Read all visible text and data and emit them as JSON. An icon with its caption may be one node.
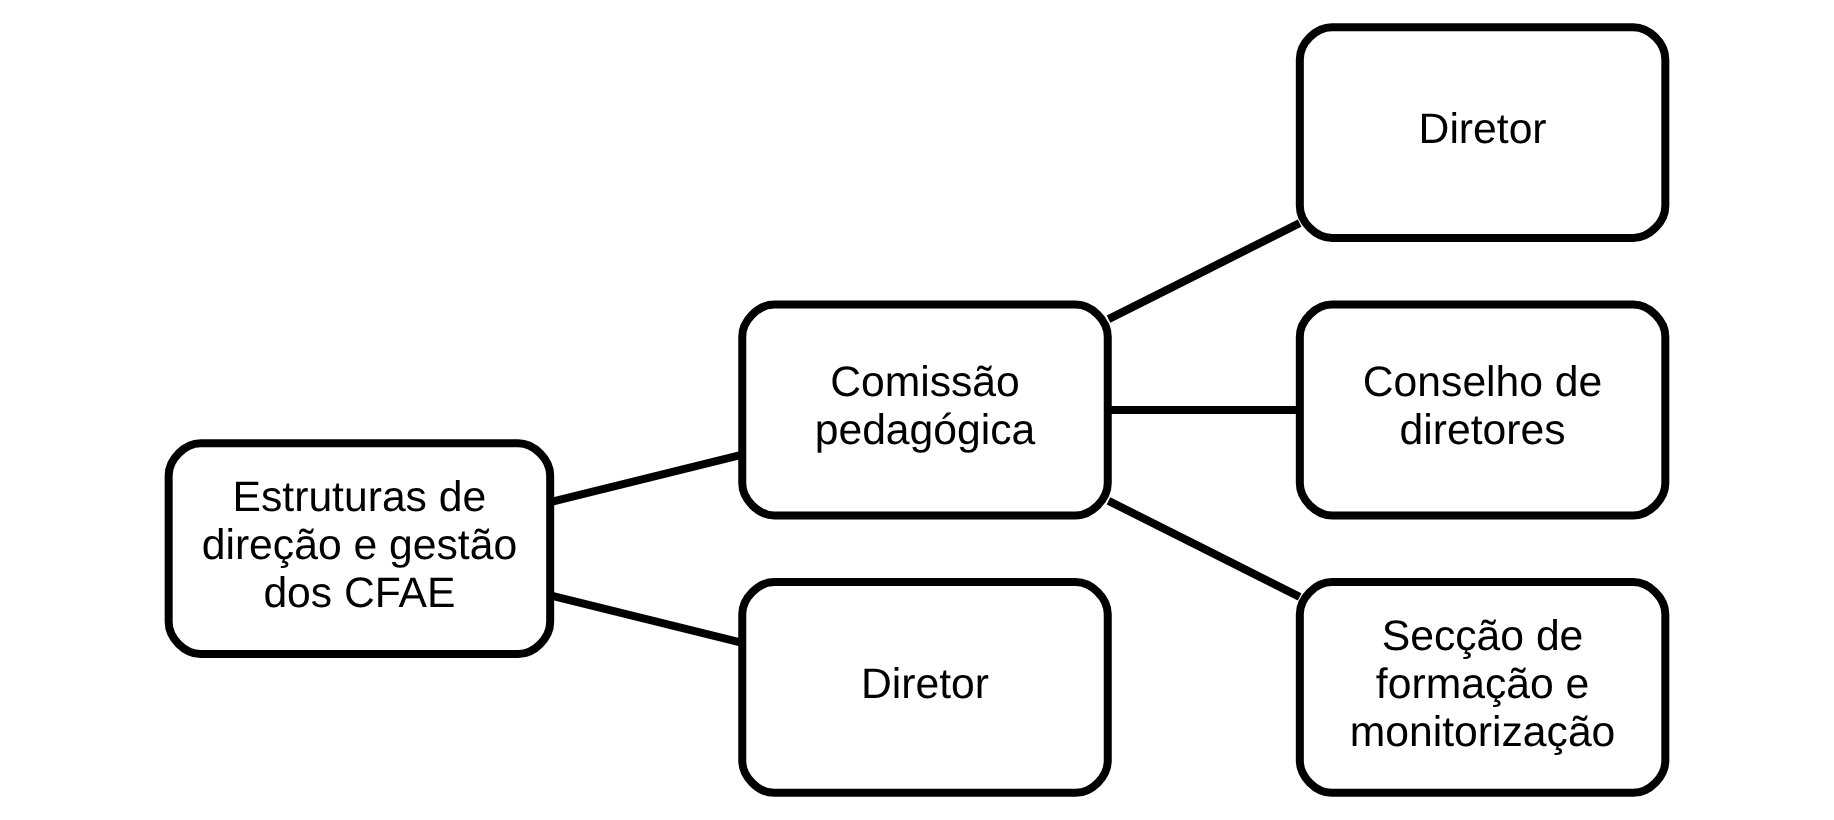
{
  "diagram": {
    "nodes": [
      {
        "text": [
          "Estruturas de direção e gestão dos CFAE"
        ]
      },
      {
        "text": [
          "Comissão pedagógica"
        ]
      },
      {
        "text": [
          "Diretor"
        ]
      },
      {
        "text": [
          "Diretor"
        ]
      },
      {
        "text": [
          "Conselho de diretores"
        ]
      },
      {
        "text": [
          "Secção de formação e monitorização"
        ]
      }
    ],
    "edges": [
      {
        "from": 0,
        "to": 1,
        "arrow": "none"
      },
      {
        "from": 0,
        "to": 2,
        "arrow": "none"
      },
      {
        "from": 1,
        "to": 3,
        "arrow": "none"
      },
      {
        "from": 1,
        "to": 4,
        "arrow": "none"
      },
      {
        "from": 1,
        "to": 5,
        "arrow": "none"
      }
    ]
  }
}
